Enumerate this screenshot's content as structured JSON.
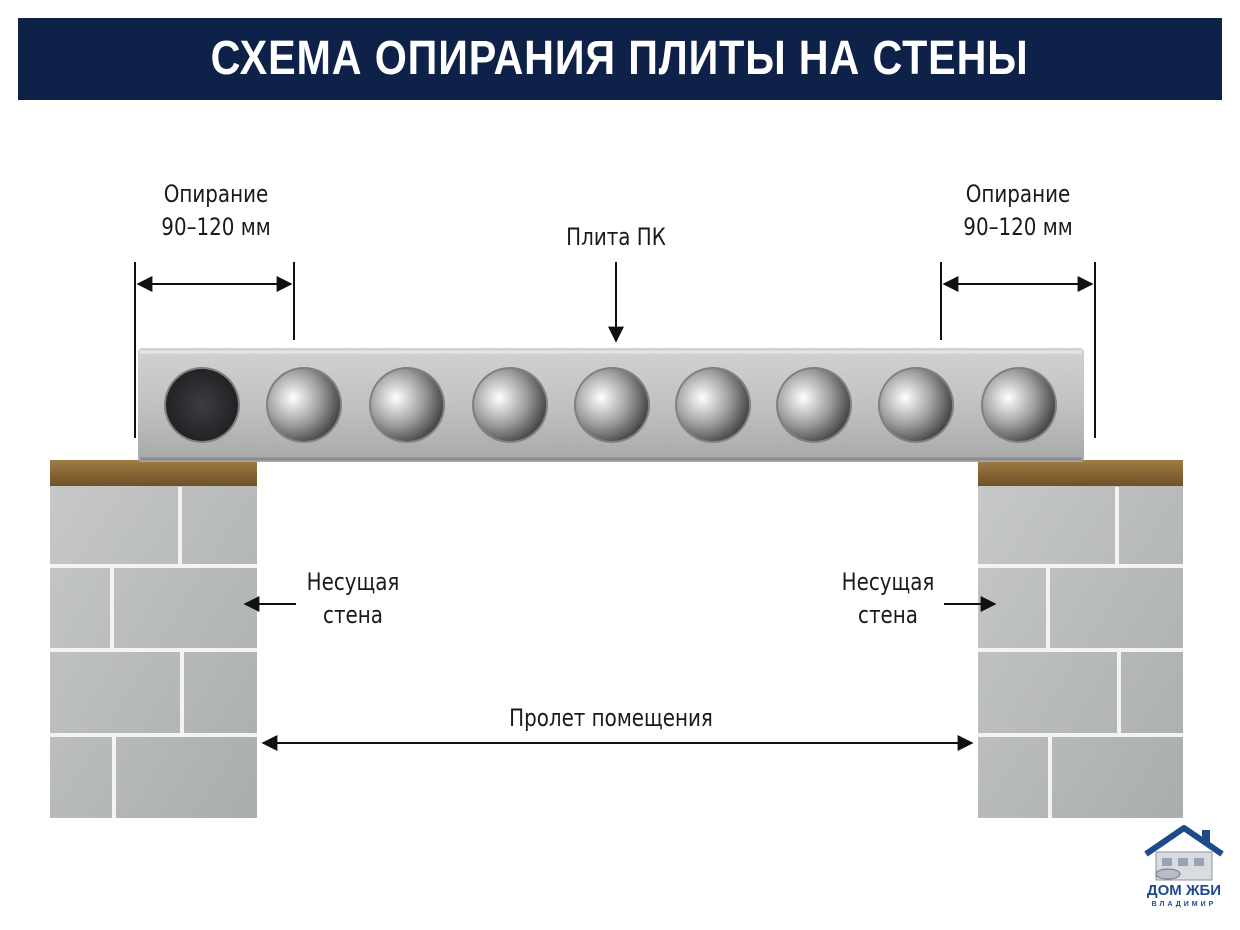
{
  "header": {
    "title": "СХЕМА ОПИРАНИЯ ПЛИТЫ НА СТЕНЫ"
  },
  "labels": {
    "support_left_line1": "Опирание",
    "support_left_line2": "90–120 мм",
    "support_right_line1": "Опирание",
    "support_right_line2": "90–120 мм",
    "slab": "Плита ПК",
    "wall_left_line1": "Несущая",
    "wall_left_line2": "стена",
    "wall_right_line1": "Несущая",
    "wall_right_line2": "стена",
    "span": "Пролет помещения"
  },
  "logo": {
    "name": "ДОМ ЖБИ",
    "city": "ВЛАДИМИР"
  },
  "colors": {
    "title_bg": "#0e2148",
    "concrete": "#c4c6c6",
    "concrete_dark": "#9a9c9c",
    "block": "#b9bcbc",
    "mortar": "#f2f2f0",
    "wood": "#8a6a3a",
    "hole": "#2b2d2f",
    "logo_blue": "#1e4a8c"
  },
  "icons": {
    "arrow": "arrow-icon",
    "logo": "house-logo-icon"
  }
}
